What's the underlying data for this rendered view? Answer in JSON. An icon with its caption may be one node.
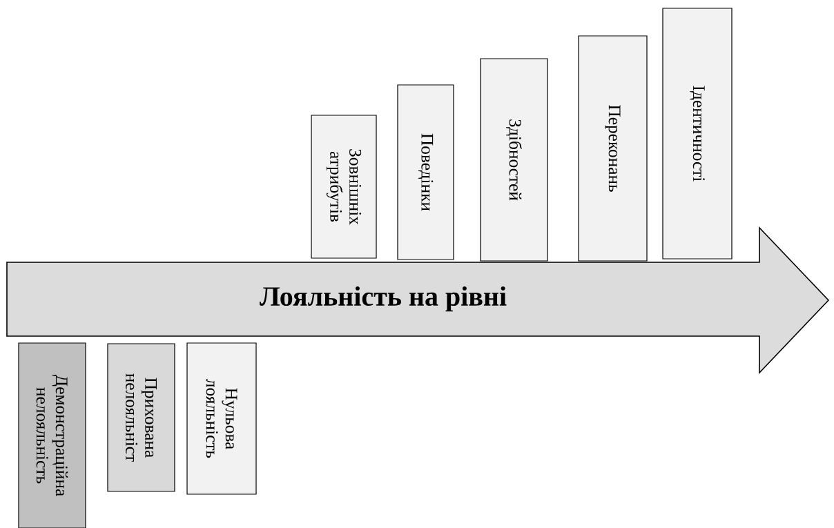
{
  "diagram": {
    "nodes": [
      {
        "text": [
          "Лояльність на рівні"
        ]
      },
      {
        "text": [
          "Демонстраційна нелояльність"
        ]
      },
      {
        "text": [
          "Прихована нелояльніст"
        ]
      },
      {
        "text": [
          "Нульова лояльність"
        ]
      },
      {
        "text": [
          "Зовнішніх атрибутів"
        ]
      },
      {
        "text": [
          "Поведінки"
        ]
      },
      {
        "text": [
          "Здібностей"
        ]
      },
      {
        "text": [
          "Переконань"
        ]
      },
      {
        "text": [
          "Ідентичності"
        ]
      }
    ]
  }
}
